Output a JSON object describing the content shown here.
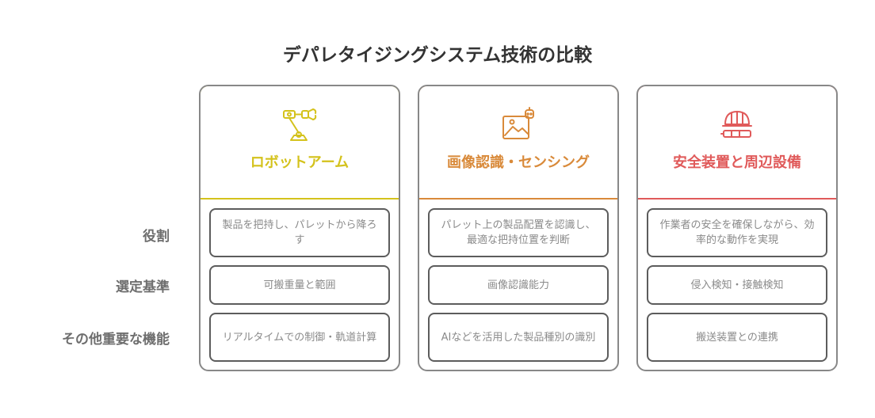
{
  "title": "デパレタイジングシステム技術の比較",
  "row_labels": {
    "role": "役割",
    "criteria": "選定基準",
    "other": "その他重要な機能"
  },
  "columns": [
    {
      "title": "ロボットアーム",
      "icon": "robot-arm-icon",
      "color": "#d4c21c",
      "role": "製品を把持し、パレットから降ろす",
      "criteria": "可搬重量と範囲",
      "other": "リアルタイムでの制御・軌道計算"
    },
    {
      "title": "画像認識・センシング",
      "icon": "image-sensor-icon",
      "color": "#d98a3a",
      "role": "パレット上の製品配置を認識し、最適な把持位置を判断",
      "criteria": "画像認識能力",
      "other": "AIなどを活用した製品種別の識別"
    },
    {
      "title": "安全装置と周辺設備",
      "icon": "safety-helmet-icon",
      "color": "#e05a5a",
      "role": "作業者の安全を確保しながら、効率的な動作を実現",
      "criteria": "侵入検知・接触検知",
      "other": "搬送装置との連携"
    }
  ]
}
